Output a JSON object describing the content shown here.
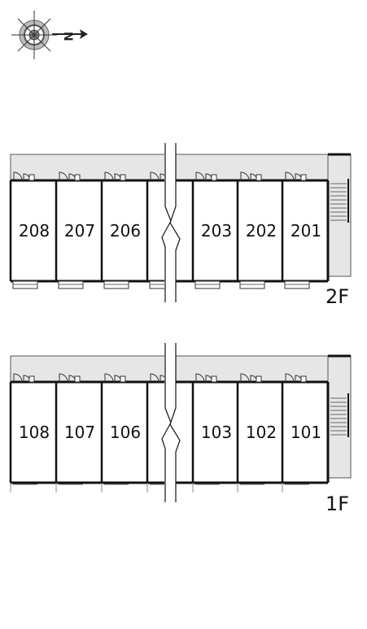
{
  "compass": {
    "label": "N"
  },
  "floors": [
    {
      "id": "2f",
      "label": "2F",
      "rooms_left": [
        "208",
        "207",
        "206",
        ""
      ],
      "rooms_right": [
        "203",
        "202",
        "201"
      ]
    },
    {
      "id": "1f",
      "label": "1F",
      "rooms_left": [
        "108",
        "107",
        "106",
        ""
      ],
      "rooms_right": [
        "103",
        "102",
        "101"
      ]
    }
  ],
  "colors": {
    "corridor": "#e6e6e6",
    "wall": "#111111",
    "line": "#555555"
  }
}
